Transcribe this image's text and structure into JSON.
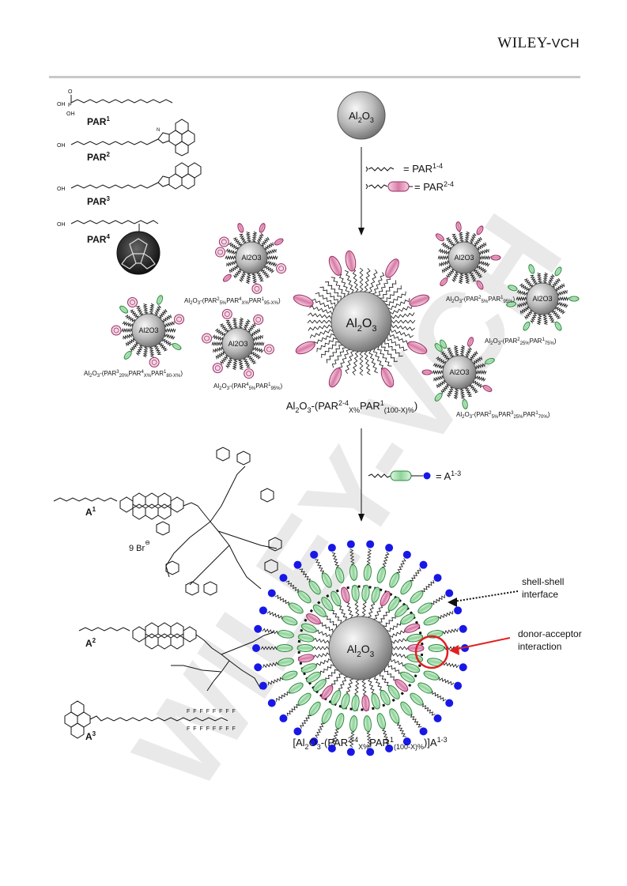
{
  "header": {
    "publisher_main": "WILEY-",
    "publisher_suffix": "VCH"
  },
  "watermark": "WILEY-VCH",
  "molecules": {
    "par1": "PAR",
    "par2": "PAR",
    "par3": "PAR",
    "par4": "PAR",
    "par_sup": [
      "1",
      "2",
      "3",
      "4"
    ],
    "a1": "A",
    "a2": "A",
    "a3": "A",
    "a_sup": [
      "1",
      "2",
      "3"
    ],
    "bromide": "9 Br",
    "phosphonic_p": "P",
    "oh": "OH",
    "o": "O",
    "n": "N",
    "f": "F"
  },
  "legend": {
    "par14": "= PAR",
    "par14_sup": "1-4",
    "par24": "= PAR",
    "par24_sup": "2-4",
    "a13": "= A",
    "a13_sup": "1-3"
  },
  "particles": {
    "core": "Al",
    "core_sub": "2",
    "core_o": "O",
    "core_o_sub": "3"
  },
  "labels": {
    "main": "Al2O3-(PAR2-4X%PAR1(100-X)%)",
    "l1": "Al2O3-(PAR25%PAR4X%PAR195-X%)",
    "l2": "Al2O3-(PAR25%PAR195%)",
    "l3": "Al2O3-(PAR225%PAR175%)",
    "l4": "Al2O3-(PAR320%PAR4X%PAR180-X%)",
    "l5": "Al2O3-(PAR45%PAR195%)",
    "l6": "Al2O3-(PAR25%PAR325%PAR170%)",
    "final": "[Al2O3-(PAR2-4X%PAR1(100-X)%)]A1-3"
  },
  "annotations": {
    "shell1": "shell-shell",
    "shell2": "interface",
    "da1": "donor-acceptor",
    "da2": "interaction"
  },
  "colors": {
    "pink": "#d87aa6",
    "pink_dark": "#9b2d63",
    "green": "#8fd39a",
    "green_dark": "#2d8a3e",
    "blue": "#1818e6",
    "red": "#e02020",
    "core": "#b8b8b8"
  }
}
